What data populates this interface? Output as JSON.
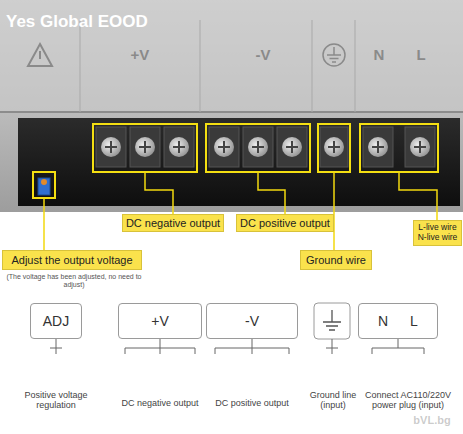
{
  "diagram": {
    "nodes": [
      {
        "text": [
          "DC negative output"
        ]
      },
      {
        "text": [
          "DC positive output"
        ]
      },
      {
        "text": [
          "L-live wire",
          "N-live wire"
        ]
      },
      {
        "text": [
          "Adjust the output voltage"
        ]
      },
      {
        "text": [
          "Ground wire"
        ]
      },
      {
        "text": [
          "ADJ"
        ]
      },
      {
        "text": [
          "+V"
        ]
      },
      {
        "text": [
          "-V"
        ]
      },
      {
        "text": [
          "N L"
        ]
      }
    ],
    "labels": [
      "Yes Global EOOD",
      "+V",
      "-V",
      "N",
      "L",
      "(The voltage has been adjusted, no need to adjust)",
      "Positive voltage regulation",
      "DC negative output",
      "DC positive output",
      "Ground line (input)",
      "Connect AC110/220V power plug (input)",
      "bVL.bg"
    ]
  }
}
